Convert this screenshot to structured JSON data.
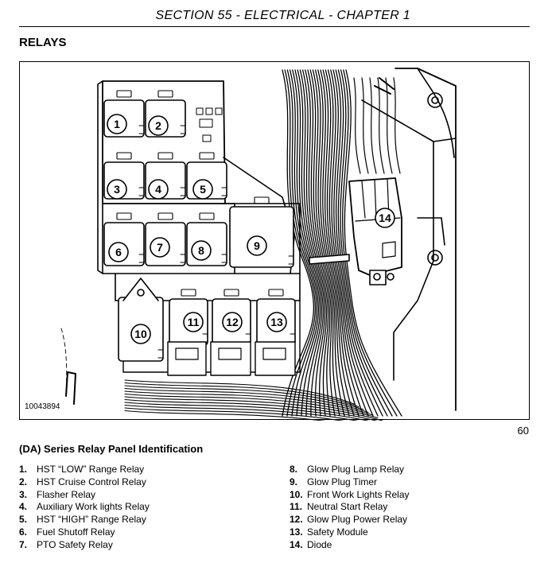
{
  "header": {
    "text": "SECTION 55 - ELECTRICAL - CHAPTER 1"
  },
  "section_title": "RELAYS",
  "figure": {
    "id": "10043894",
    "number": "60",
    "callouts": [
      "1",
      "2",
      "3",
      "4",
      "5",
      "6",
      "7",
      "8",
      "9",
      "10",
      "11",
      "12",
      "13",
      "14"
    ]
  },
  "caption": "(DA) Series Relay Panel Identification",
  "legend_left": [
    {
      "num": "1.",
      "label": "HST “LOW” Range Relay"
    },
    {
      "num": "2.",
      "label": "HST Cruise Control Relay"
    },
    {
      "num": "3.",
      "label": "Flasher Relay"
    },
    {
      "num": "4.",
      "label": "Auxiliary Work lights Relay"
    },
    {
      "num": "5.",
      "label": "HST “HIGH” Range Relay"
    },
    {
      "num": "6.",
      "label": "Fuel Shutoff Relay"
    },
    {
      "num": "7.",
      "label": "PTO Safety Relay"
    }
  ],
  "legend_right": [
    {
      "num": "8.",
      "label": "Glow Plug Lamp Relay"
    },
    {
      "num": "9.",
      "label": "Glow Plug Timer"
    },
    {
      "num": "10.",
      "label": "Front Work Lights Relay"
    },
    {
      "num": "11.",
      "label": "Neutral Start Relay"
    },
    {
      "num": "12.",
      "label": "Glow Plug Power Relay"
    },
    {
      "num": "13.",
      "label": "Safety Module"
    },
    {
      "num": "14.",
      "label": "Diode"
    }
  ]
}
